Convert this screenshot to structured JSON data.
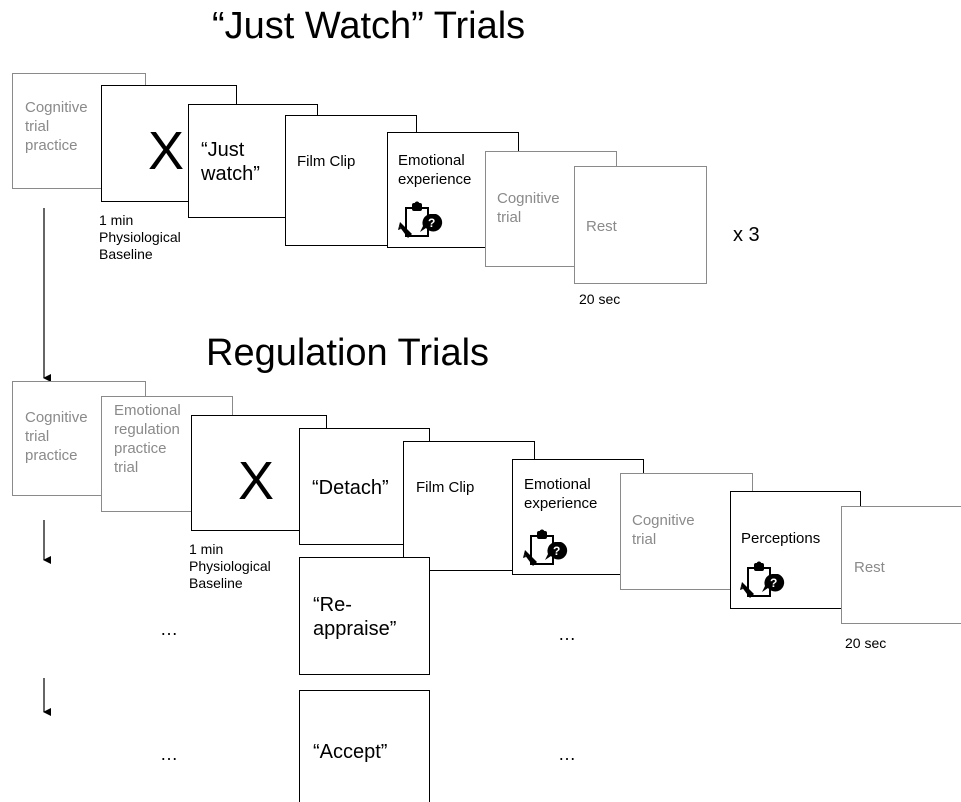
{
  "colors": {
    "active": "#000000",
    "inactive": "#8a8a8a"
  },
  "top": {
    "title": "“Just Watch” Trials",
    "cards": {
      "cognitive_practice": "Cognitive\ntrial\npractice",
      "fixation": "X",
      "instruction": "“Just\nwatch”",
      "film": "Film Clip",
      "emotional": "Emotional\nexperience",
      "cognitive": "Cognitive\ntrial",
      "rest": "Rest"
    },
    "baseline_note": "1 min\nPhysiological\nBaseline",
    "rest_note": "20 sec",
    "repeat": "x 3"
  },
  "bottom": {
    "title": "Regulation Trials",
    "cards": {
      "cognitive_practice": "Cognitive\ntrial\npractice",
      "regulation_practice": "Emotional\nregulation\npractice\ntrial",
      "fixation": "X",
      "detach": "“Detach”",
      "reappraise": "“Re-\nappraise”",
      "accept": "“Accept”",
      "film": "Film Clip",
      "emotional": "Emotional\nexperience",
      "cognitive": "Cognitive\ntrial",
      "perceptions": "Perceptions",
      "rest": "Rest"
    },
    "baseline_note": "1 min\nPhysiological\nBaseline",
    "rest_note": "20 sec",
    "ellipsis": "…"
  },
  "icons": [
    "questionnaire-icon"
  ]
}
